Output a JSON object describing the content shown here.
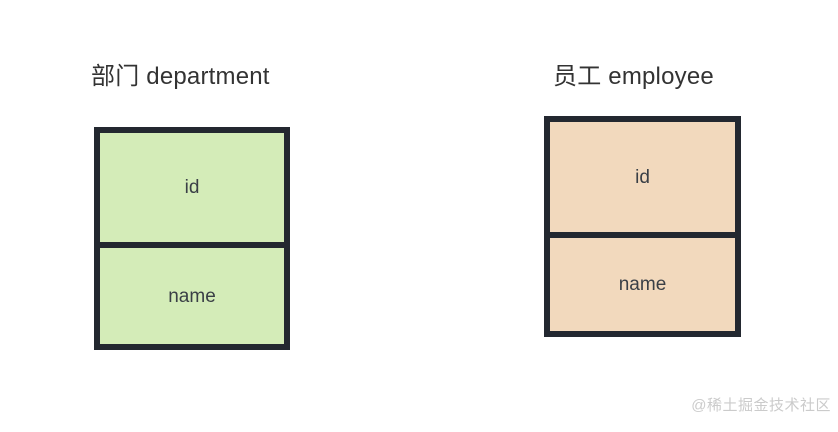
{
  "background_color": "#ffffff",
  "colors": {
    "border": "#232830",
    "department_fill": "#d4ecb8",
    "employee_fill": "#f2d9bd",
    "title_text": "#333333",
    "cell_text": "#3a3f46",
    "watermark_text": "#cbcbcb"
  },
  "entities": [
    {
      "key": "department",
      "title": "部门 department",
      "title_cn": "部门",
      "title_en": "department",
      "fill": "#d4ecb8",
      "fields": [
        {
          "name": "id"
        },
        {
          "name": "name"
        }
      ]
    },
    {
      "key": "employee",
      "title": "员工 employee",
      "title_cn": "员工",
      "title_en": "employee",
      "fill": "#f2d9bd",
      "fields": [
        {
          "name": "id"
        },
        {
          "name": "name"
        }
      ]
    }
  ],
  "watermark": {
    "text": "@稀土掘金技术社区"
  }
}
